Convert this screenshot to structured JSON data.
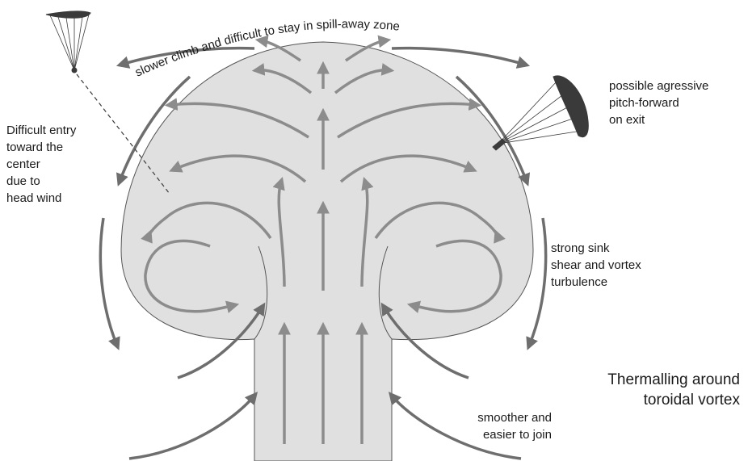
{
  "diagram": {
    "title_lines": [
      "Thermalling around",
      "toroidal vortex"
    ],
    "top_arc_label": "slower climb and difficult to stay in spill-away zone",
    "left_note_lines": [
      "Difficult entry",
      "toward the",
      "center",
      "due to",
      "head wind"
    ],
    "right_top_note_lines": [
      "possible agressive",
      "pitch-forward",
      "on exit"
    ],
    "right_mid_note_lines": [
      "strong sink",
      "shear and vortex",
      "turbulence"
    ],
    "bottom_right_note_lines": [
      "smoother and",
      "easier to join"
    ],
    "colors": {
      "cloud_fill": "#e0e0e0",
      "cloud_stroke": "#555555",
      "arrow": "#8c8c8c",
      "outer_arrow": "#6e6e6e",
      "glider": "#3a3a3a"
    }
  }
}
